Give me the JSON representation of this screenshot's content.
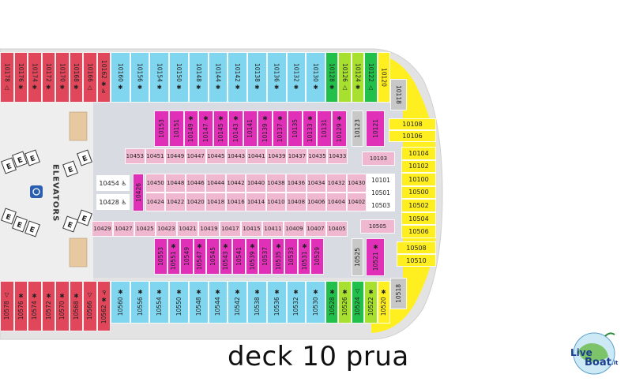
{
  "caption": "deck 10 prua",
  "labels": {
    "elevators": "ELEVATORS",
    "elevator_symbol": "E"
  },
  "logo": {
    "line1": "Live",
    "line2": "Boat",
    "suffix": ".it"
  },
  "colors": {
    "red": "#e0475a",
    "cyan": "#7fd6ee",
    "magenta": "#e030b8",
    "pink": "#f0b8d0",
    "yellow": "#ffee20",
    "green": "#22c04a",
    "lime": "#a8e030",
    "gray": "#c8c8c8",
    "peach": "#f0c8a0",
    "corridor": "#d8dce2"
  },
  "cabins": {
    "top_red": [
      "10178 △",
      "10176 ✱",
      "10174 ✱",
      "10172 ✱",
      "10170 ✱",
      "10168 ✱",
      "10166 △",
      "10162 ✱♿"
    ],
    "top_cyan": [
      "10160 ✱",
      "10156 ✱",
      "10154 ✱",
      "10150 ✱",
      "10148 ✱",
      "10144 ✱",
      "10142 ✱",
      "10138 ✱",
      "10136 ✱",
      "10132 ✱",
      "10130 ✱"
    ],
    "top_colored": [
      "10128 ✱",
      "10126 △",
      "10124 ✱",
      "10122 △",
      "10120"
    ],
    "top_gray": [
      "10118"
    ],
    "top_magenta": [
      "10153",
      "10151",
      "10149 ✱",
      "10147 ✱",
      "10145 ✱",
      "10143 ✱",
      "10141",
      "10139 ✱",
      "10137 ✱",
      "10135",
      "10133 ✱",
      "10131",
      "10129 ✱"
    ],
    "gray_upper_col": [
      "10123"
    ],
    "magenta_upper_right": [
      "10121"
    ],
    "yellow_upper": [
      "10108",
      "10106"
    ],
    "yellow_block": [
      "10104",
      "10102",
      "10100",
      "10500",
      "10502",
      "10504",
      "10506"
    ],
    "pink_row1": [
      "10453",
      "10451",
      "10449",
      "10447",
      "10445",
      "10443",
      "10441",
      "10439",
      "10437",
      "10435",
      "10433"
    ],
    "pink_10103": [
      "10103"
    ],
    "inner_10454": [
      "10454 ♿"
    ],
    "inner_10428": [
      "10428 ♿"
    ],
    "inner_10426": [
      "10426"
    ],
    "inner_row_a": [
      "10450",
      "10448",
      "10446",
      "10444",
      "10442",
      "10440",
      "10438",
      "10436",
      "10434",
      "10432",
      "10430"
    ],
    "inner_row_b": [
      "10424",
      "10422",
      "10420",
      "10418",
      "10416",
      "10414",
      "10410",
      "10408",
      "10406",
      "10404",
      "10402"
    ],
    "inner_right": [
      "10101",
      "10501",
      "10503"
    ],
    "row_bottom_pink": [
      "10429",
      "10427",
      "10425",
      "10423",
      "10421",
      "10419",
      "10417",
      "10415",
      "10411",
      "10409",
      "10407",
      "10405"
    ],
    "pink_10505": [
      "10505"
    ],
    "yellow_lower": [
      "10508",
      "10510"
    ],
    "bottom_magenta": [
      "10553",
      "10551 ✱",
      "10549",
      "10547 ✱",
      "10545",
      "10543 ✱",
      "10541",
      "10539 ✱",
      "10537",
      "10535 ✱",
      "10533",
      "10531 ✱",
      "10529"
    ],
    "gray_lower_col": [
      "10525"
    ],
    "magenta_lower_right": [
      "10521 ✱"
    ],
    "bottom_red": [
      "10578 △",
      "10576 ✱",
      "10574 ✱",
      "10572 ✱",
      "10570 ✱",
      "10568 ✱",
      "10566 △",
      "10562 ✱♿"
    ],
    "bottom_cyan": [
      "10560 ✱",
      "10556 ✱",
      "10554 ✱",
      "10550 ✱",
      "10548 ✱",
      "10544 ✱",
      "10542 ✱",
      "10538 ✱",
      "10536 ✱",
      "10532 ✱",
      "10530 ✱"
    ],
    "bottom_colored": [
      "10528 ✱",
      "10526 ✱",
      "10524 △",
      "10522 ✱",
      "10520 ✱"
    ],
    "bottom_gray": [
      "10518"
    ]
  }
}
